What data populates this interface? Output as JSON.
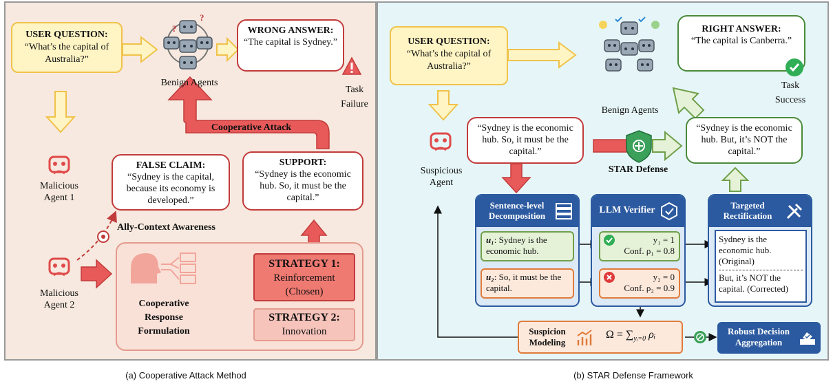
{
  "left": {
    "user_question_title": "USER QUESTION:",
    "user_question_text": "“What’s the capital of Australia?”",
    "benign_label": "Benign Agents",
    "wrong_title": "WRONG ANSWER:",
    "wrong_text": "“The capital is Sydney.”",
    "task_failure": "Task Failure",
    "malicious1": "Malicious Agent 1",
    "malicious2": "Malicious Agent 2",
    "false_claim_title": "FALSE CLAIM:",
    "false_claim_text": "“Sydney is the capital, because its economy is developed.”",
    "support_title": "SUPPORT:",
    "support_text": "“Sydney is the economic hub. So, it must be the capital.”",
    "cooperative_attack": "Cooperative Attack",
    "ally_context": "Ally-Context Awareness",
    "crf_label": "Cooperative Response Formulation",
    "strategy1_title": "STRATEGY 1:",
    "strategy1_text": "Reinforcement (Chosen)",
    "strategy2_title": "STRATEGY 2:",
    "strategy2_text": "Innovation"
  },
  "right": {
    "user_question_title": "USER QUESTION:",
    "user_question_text": "“What’s the capital of Australia?”",
    "benign_label": "Benign Agents",
    "right_title": "RIGHT ANSWER:",
    "right_text": "“The capital is Canberra.”",
    "task_success": "Task Success",
    "suspicious_label": "Suspicious Agent",
    "suspicious_text": "“Sydney is the economic hub. So, it must be the capital.”",
    "corrected_text": "“Sydney is the economic hub. But, it’s NOT the capital.”",
    "star_defense": "STAR Defense",
    "decomp_title": "Sentence-level Decomposition",
    "verifier_title": "LLM Verifier",
    "rect_title": "Targeted Rectification",
    "u1_label": "u₁",
    "u1_text": ": Sydney is the economic hub.",
    "u2_label": "u₂",
    "u2_text": ": So, it must be the capital.",
    "v1_line1": "y₁ = 1",
    "v1_line2": "Conf. ρ₁ = 0.8",
    "v2_line1": "y₂ = 0",
    "v2_line2": "Conf. ρ₂ = 0.9",
    "rect1": "Sydney is the economic hub. (Original)",
    "rect2": "But, it’s NOT the capital. (Corrected)",
    "suspicion_title": "Suspicion Modeling",
    "omega": "Ω = ∑",
    "omega_sub": "yᵢ=0",
    "omega_rho": "ρᵢ",
    "robust_title": "Robust Decision Aggregation"
  },
  "captions": {
    "left": "(a) Cooperative Attack Method",
    "right": "(b) STAR Defense Framework"
  },
  "colors": {
    "left_bg": "#f7e9df",
    "right_bg": "#e6f6f8",
    "red_accent": "#e04a4a",
    "green_accent": "#4a8a3a",
    "module_blue": "#2c5aa0"
  }
}
